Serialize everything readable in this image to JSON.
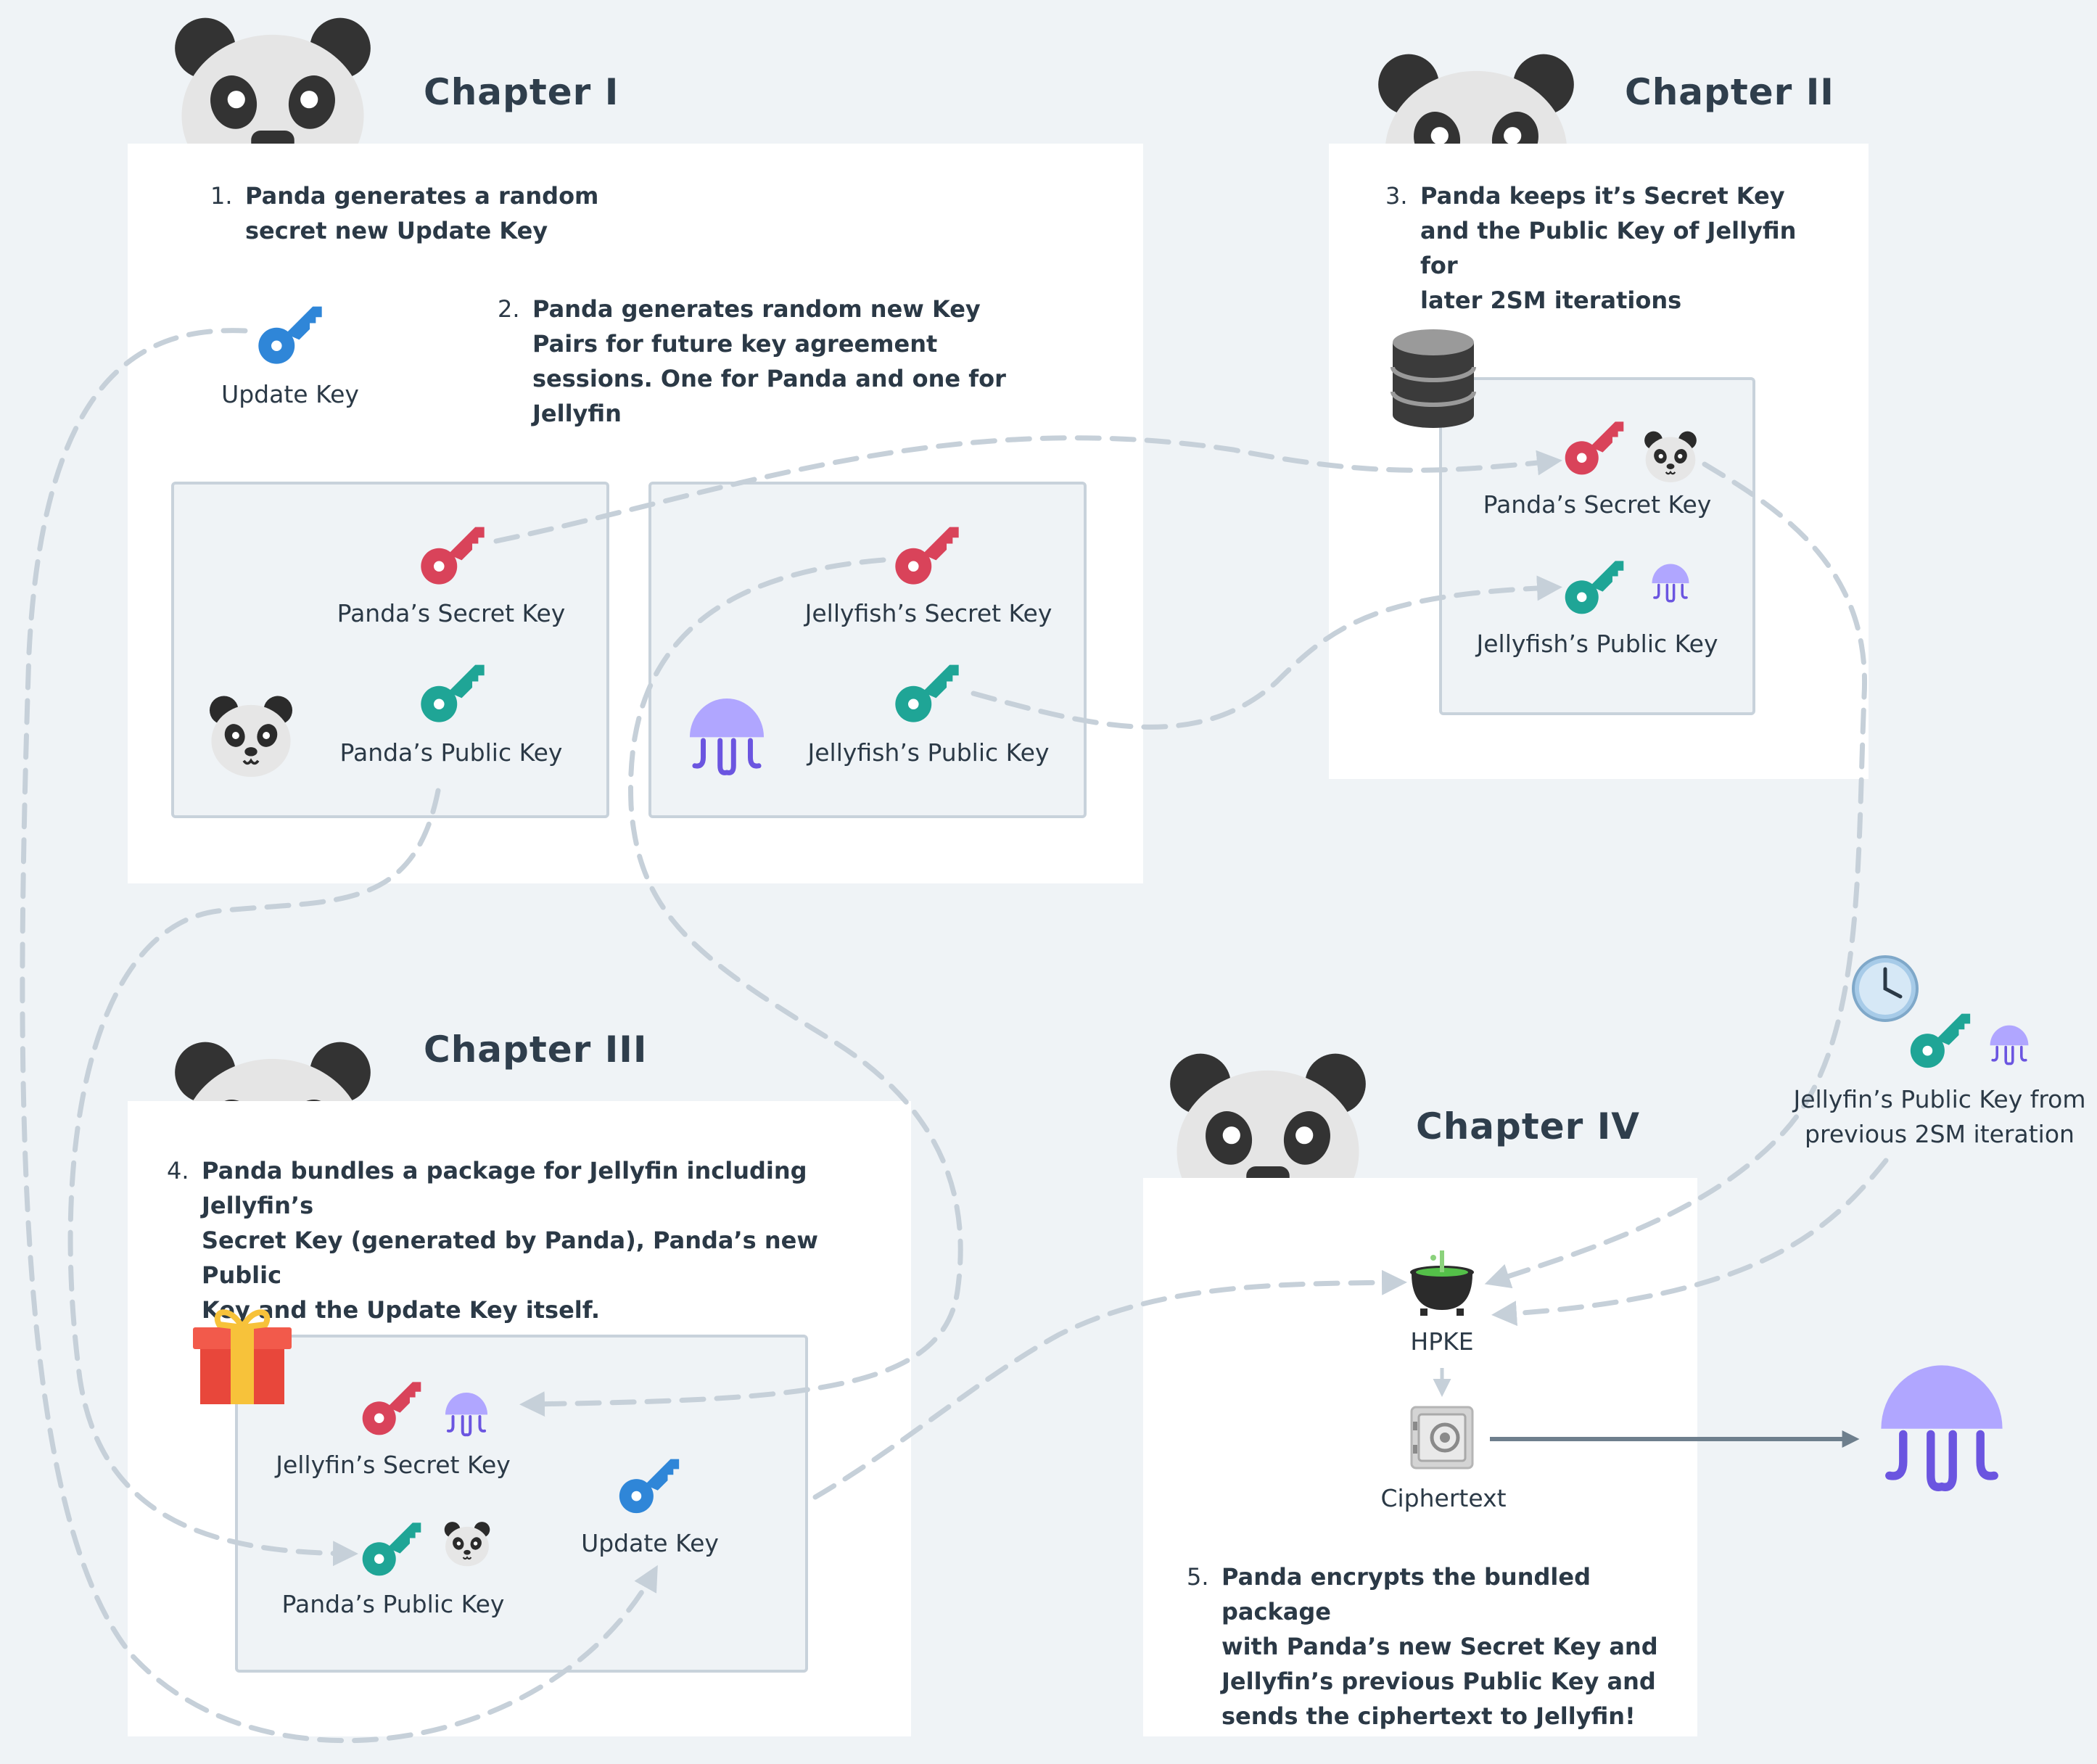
{
  "chapters": {
    "c1": {
      "title": "Chapter I"
    },
    "c2": {
      "title": "Chapter II"
    },
    "c3": {
      "title": "Chapter III"
    },
    "c4": {
      "title": "Chapter IV"
    }
  },
  "steps": {
    "s1": {
      "num": "1.",
      "lines": [
        "Panda generates a random",
        "secret new Update Key"
      ]
    },
    "s2": {
      "num": "2.",
      "lines": [
        "Panda generates random new Key",
        "Pairs for future key agreement",
        "sessions. One for Panda and one for",
        "Jellyfin"
      ]
    },
    "s3": {
      "num": "3.",
      "lines": [
        "Panda keeps it’s Secret Key",
        "and the Public Key of Jellyfin for",
        "later 2SM iterations"
      ]
    },
    "s4": {
      "num": "4.",
      "lines": [
        "Panda bundles a package for Jellyfin including Jellyfin’s",
        "Secret Key (generated by Panda), Panda’s new Public",
        "Key and the Update Key itself."
      ]
    },
    "s5": {
      "num": "5.",
      "lines": [
        "Panda encrypts the bundled package",
        "with Panda’s new Secret Key and",
        "Jellyfin’s previous Public Key and",
        "sends the ciphertext to Jellyfin!"
      ]
    }
  },
  "labels": {
    "update_key_1": "Update Key",
    "panda_secret_1": "Panda’s Secret Key",
    "panda_public_1": "Panda’s Public Key",
    "jelly_secret_1": "Jellyfish’s Secret Key",
    "jelly_public_1": "Jellyfish’s Public Key",
    "panda_secret_2": "Panda’s Secret Key",
    "jelly_public_2": "Jellyfish’s Public Key",
    "jelly_secret_3": "Jellyfin’s Secret Key",
    "panda_public_3": "Panda’s Public Key",
    "update_key_3": "Update Key",
    "hpke": "HPKE",
    "ciphertext": "Ciphertext",
    "prev_key_lines": [
      "Jellyfin’s Public Key from",
      "previous 2SM iteration"
    ]
  },
  "colors": {
    "background": "#eff3f6",
    "secret_key": "#d9435a",
    "public_key": "#1fa596",
    "update_key": "#2f86d8",
    "jellyfish": "#b0a6ff",
    "jellyfish_legs": "#6b55e0",
    "connector": "#c6d0d9",
    "arrow": "#6e7f8d"
  },
  "icons": [
    "panda-head-icon",
    "key-icon",
    "jellyfish-icon",
    "database-icon",
    "gift-icon",
    "cauldron-icon",
    "safe-icon",
    "clock-icon"
  ]
}
